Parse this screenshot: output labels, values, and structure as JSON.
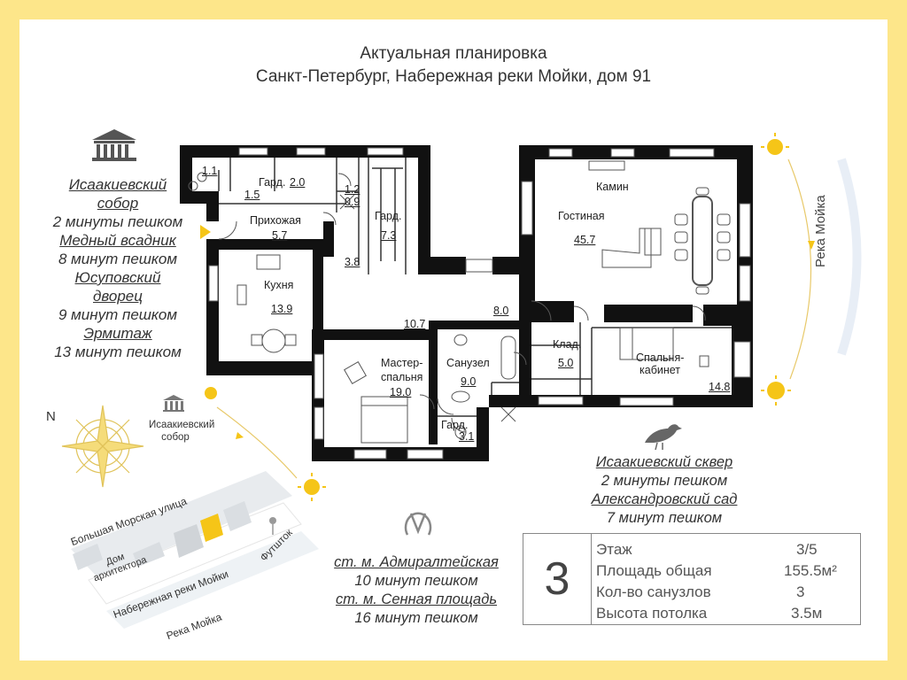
{
  "header": {
    "line1": "Актуальная планировка",
    "line2": "Санкт-Петербург, Набережная реки Мойки, дом 91"
  },
  "landmarks": [
    {
      "name_lines": [
        "Исаакиевский",
        "собор"
      ],
      "time": "2 минуты пешком"
    },
    {
      "name_lines": [
        "Медный всадник"
      ],
      "time": "8 минут пешком"
    },
    {
      "name_lines": [
        "Юсуповский",
        "дворец"
      ],
      "time": "9 минут пешком"
    },
    {
      "name_lines": [
        "Эрмитаж"
      ],
      "time": "13 минут пешком"
    }
  ],
  "rooms": {
    "wc_small": {
      "area": "1.1"
    },
    "wc_small2": {
      "area": "1.5"
    },
    "wardrobe1": {
      "label": "Гард.",
      "area": "2.0"
    },
    "storage_a": {
      "area": "1.2"
    },
    "storage_b": {
      "area": "0.9"
    },
    "hall": {
      "label": "Прихожая",
      "area": "5.7"
    },
    "wardrobe2": {
      "label": "Гард.",
      "area": "7.3"
    },
    "corridor1": {
      "area": "3.8"
    },
    "kitchen": {
      "label": "Кухня",
      "area": "13.9"
    },
    "corridor2": {
      "area": "10.7"
    },
    "corridor3": {
      "area": "8.0"
    },
    "living": {
      "label": "Гостиная",
      "area": "45.7"
    },
    "fireplace": {
      "label": "Камин"
    },
    "pantry": {
      "label": "Клад.",
      "area": "5.0"
    },
    "bedroom_office": {
      "label_lines": [
        "Спальня-",
        "кабинет"
      ],
      "area": "14.8"
    },
    "master": {
      "label_lines": [
        "Мастер-",
        "спальня"
      ],
      "area": "19.0"
    },
    "bathroom": {
      "label": "Санузел",
      "area": "9.0"
    },
    "wardrobe3": {
      "label": "Гард.",
      "area": "3.1"
    }
  },
  "map": {
    "north": "N",
    "cathedral_lines": [
      "Исаакиевский",
      "собор"
    ],
    "street1": "Большая Морская улица",
    "house_lines": [
      "Дом",
      "архитектора"
    ],
    "street2": "Набережная реки Мойки",
    "futshtok": "Футшток",
    "river": "Река Мойка"
  },
  "river_right": "Река Мойка",
  "square": {
    "name1": "Исаакиевский сквер",
    "time1": "2 минуты пешком",
    "name2": "Александровский сад",
    "time2": "7 минут пешком"
  },
  "metro": {
    "name1": "ст. м. Адмиралтейская",
    "time1": "10 минут пешком",
    "name2": "ст. м. Сенная площадь",
    "time2": "16 минут пешком"
  },
  "stats": {
    "apartment_number": "3",
    "rows": [
      {
        "label": "Этаж",
        "value": "3/5"
      },
      {
        "label": "Площадь общая",
        "value": "155.5м²"
      },
      {
        "label": "Кол-во санузлов",
        "value": "3"
      },
      {
        "label": "Высота потолка",
        "value": "3.5м"
      }
    ]
  },
  "colors": {
    "frame": "#fde68a",
    "wall": "#111111",
    "sun": "#f5c518",
    "accent_line": "#e0c35a"
  }
}
